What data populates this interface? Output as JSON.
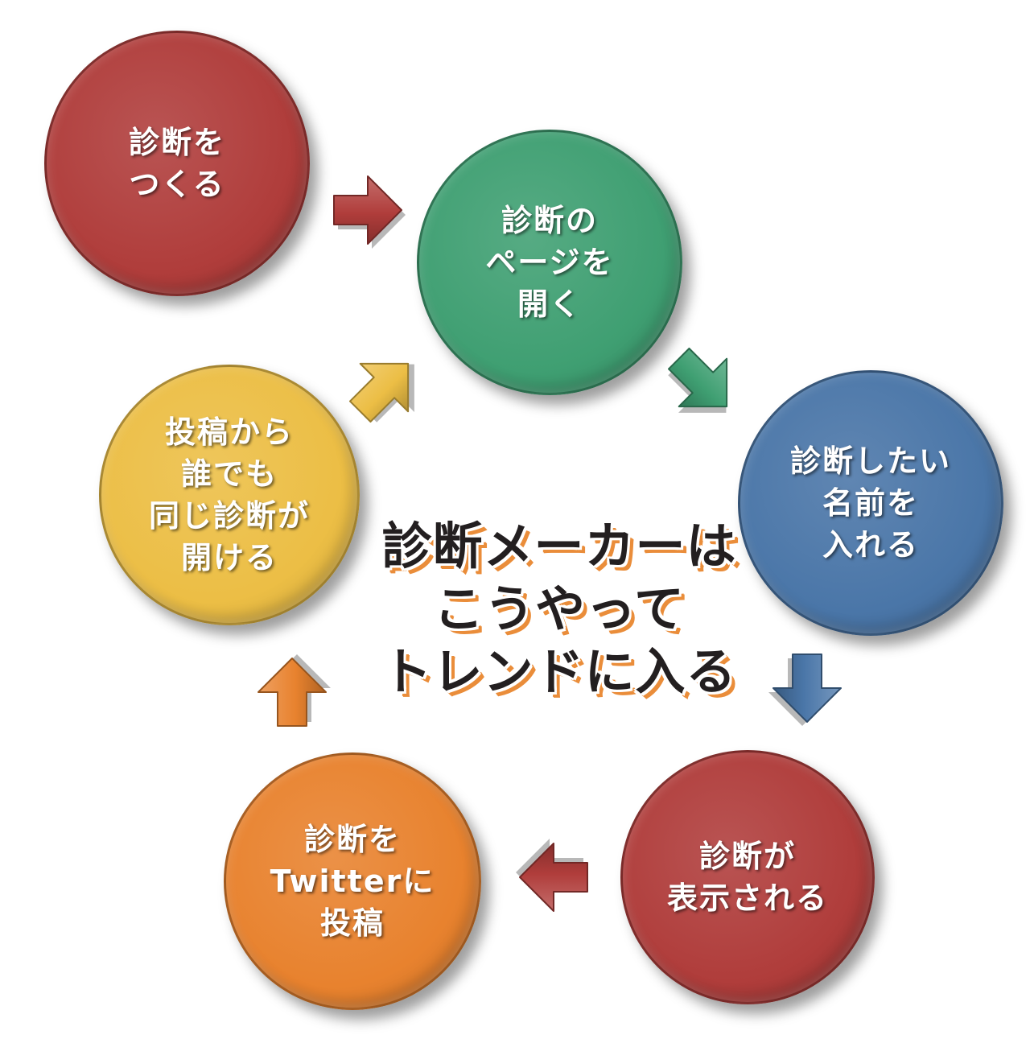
{
  "diagram": {
    "title": {
      "lines": [
        "診断メーカーは",
        "こうやって",
        "トレンドに入る"
      ],
      "text_color": "#231f20",
      "accent_color": "#ea8d3a"
    },
    "steps": [
      {
        "id": "create",
        "lines": [
          "診断を",
          "つくる"
        ],
        "color": "#b03d3b"
      },
      {
        "id": "open",
        "lines": [
          "診断の",
          "ページを",
          "開く"
        ],
        "color": "#3f9f72"
      },
      {
        "id": "enter",
        "lines": [
          "診断したい",
          "名前を",
          "入れる"
        ],
        "color": "#4a76a8"
      },
      {
        "id": "show",
        "lines": [
          "診断が",
          "表示される"
        ],
        "color": "#b03d3b"
      },
      {
        "id": "post",
        "lines": [
          "診断を",
          "Twitterに",
          "投稿"
        ],
        "color": "#e8822e"
      },
      {
        "id": "share",
        "lines": [
          "投稿から",
          "誰でも",
          "同じ診断が",
          "開ける"
        ],
        "color": "#ecbe45"
      }
    ],
    "arrows": [
      {
        "from": "create",
        "to": "open",
        "color": "#b03d3b",
        "icon": "arrow-right-icon"
      },
      {
        "from": "open",
        "to": "enter",
        "color": "#3f9f72",
        "icon": "arrow-down-right-icon"
      },
      {
        "from": "enter",
        "to": "show",
        "color": "#4a76a8",
        "icon": "arrow-down-icon"
      },
      {
        "from": "show",
        "to": "post",
        "color": "#b03d3b",
        "icon": "arrow-left-icon"
      },
      {
        "from": "post",
        "to": "share",
        "color": "#e8822e",
        "icon": "arrow-up-icon"
      },
      {
        "from": "share",
        "to": "open",
        "color": "#ecbe45",
        "icon": "arrow-up-right-icon"
      }
    ]
  }
}
